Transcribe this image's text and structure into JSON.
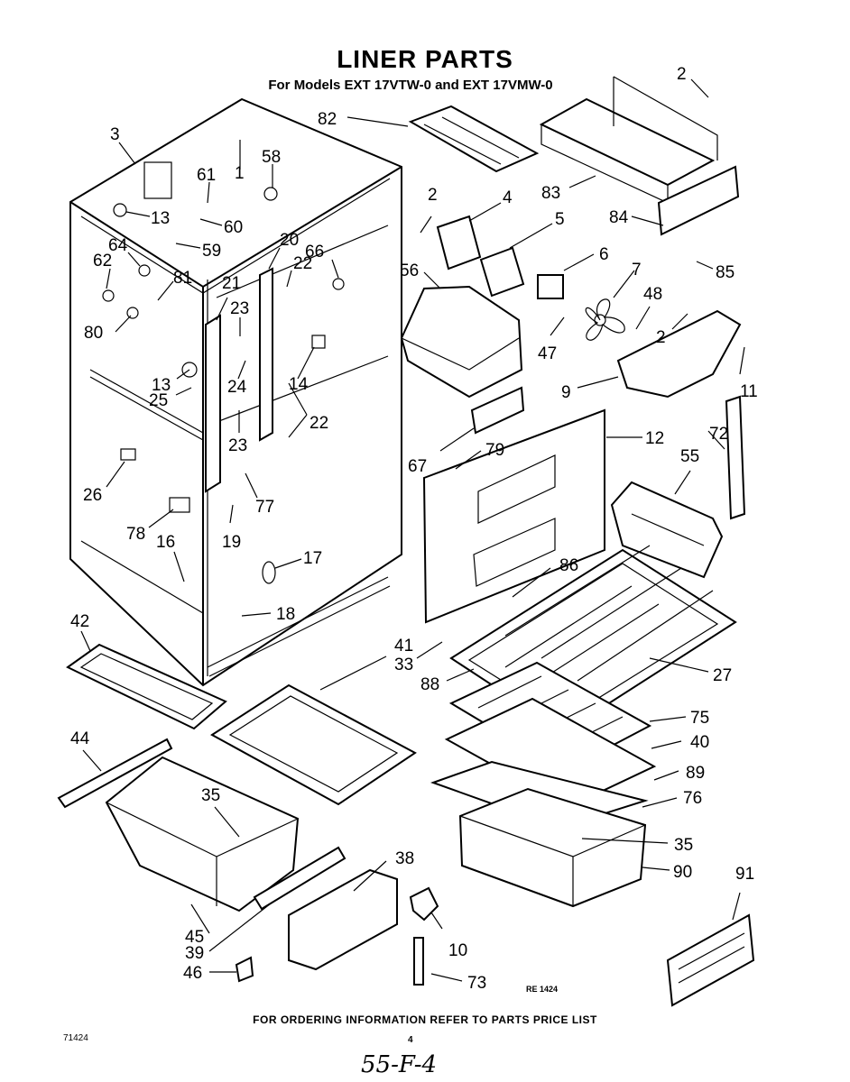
{
  "title": "LINER PARTS",
  "subtitle": "For Models EXT 17VTW-0 and EXT 17VMW-0",
  "stamp": "RE 1424",
  "footer": "FOR ORDERING INFORMATION REFER TO PARTS PRICE LIST",
  "doc_number": "71424",
  "page_number": "4",
  "handwritten_note": "55-F-4",
  "part_labels": [
    {
      "id": "p2a",
      "text": "2"
    },
    {
      "id": "p82",
      "text": "82"
    },
    {
      "id": "p3",
      "text": "3"
    },
    {
      "id": "p1",
      "text": "1"
    },
    {
      "id": "p58",
      "text": "58"
    },
    {
      "id": "p61",
      "text": "61"
    },
    {
      "id": "p13a",
      "text": "13"
    },
    {
      "id": "p60",
      "text": "60"
    },
    {
      "id": "p59",
      "text": "59"
    },
    {
      "id": "p64",
      "text": "64"
    },
    {
      "id": "p62",
      "text": "62"
    },
    {
      "id": "p20",
      "text": "20"
    },
    {
      "id": "p66",
      "text": "66"
    },
    {
      "id": "p22a",
      "text": "22"
    },
    {
      "id": "p81",
      "text": "81"
    },
    {
      "id": "p21",
      "text": "21"
    },
    {
      "id": "p80",
      "text": "80"
    },
    {
      "id": "p23a",
      "text": "23"
    },
    {
      "id": "p13b",
      "text": "13"
    },
    {
      "id": "p24",
      "text": "24"
    },
    {
      "id": "p14",
      "text": "14"
    },
    {
      "id": "p25",
      "text": "25"
    },
    {
      "id": "p22b",
      "text": "22"
    },
    {
      "id": "p23b",
      "text": "23"
    },
    {
      "id": "p26",
      "text": "26"
    },
    {
      "id": "p77",
      "text": "77"
    },
    {
      "id": "p78",
      "text": "78"
    },
    {
      "id": "p16",
      "text": "16"
    },
    {
      "id": "p19",
      "text": "19"
    },
    {
      "id": "p17",
      "text": "17"
    },
    {
      "id": "p18",
      "text": "18"
    },
    {
      "id": "p2b",
      "text": "2"
    },
    {
      "id": "p4",
      "text": "4"
    },
    {
      "id": "p5",
      "text": "5"
    },
    {
      "id": "p56",
      "text": "56"
    },
    {
      "id": "p6",
      "text": "6"
    },
    {
      "id": "p83",
      "text": "83"
    },
    {
      "id": "p84",
      "text": "84"
    },
    {
      "id": "p85",
      "text": "85"
    },
    {
      "id": "p7",
      "text": "7"
    },
    {
      "id": "p48",
      "text": "48"
    },
    {
      "id": "p47",
      "text": "47"
    },
    {
      "id": "p2c",
      "text": "2"
    },
    {
      "id": "p9",
      "text": "9"
    },
    {
      "id": "p11",
      "text": "11"
    },
    {
      "id": "p12",
      "text": "12"
    },
    {
      "id": "p67",
      "text": "67"
    },
    {
      "id": "p79",
      "text": "79"
    },
    {
      "id": "p72",
      "text": "72"
    },
    {
      "id": "p55",
      "text": "55"
    },
    {
      "id": "p86",
      "text": "86"
    },
    {
      "id": "p42",
      "text": "42"
    },
    {
      "id": "p41",
      "text": "41"
    },
    {
      "id": "p33",
      "text": "33"
    },
    {
      "id": "p88",
      "text": "88"
    },
    {
      "id": "p27",
      "text": "27"
    },
    {
      "id": "p44",
      "text": "44"
    },
    {
      "id": "p75",
      "text": "75"
    },
    {
      "id": "p40",
      "text": "40"
    },
    {
      "id": "p89",
      "text": "89"
    },
    {
      "id": "p35a",
      "text": "35"
    },
    {
      "id": "p76",
      "text": "76"
    },
    {
      "id": "p35b",
      "text": "35"
    },
    {
      "id": "p38",
      "text": "38"
    },
    {
      "id": "p90",
      "text": "90"
    },
    {
      "id": "p91",
      "text": "91"
    },
    {
      "id": "p45",
      "text": "45"
    },
    {
      "id": "p39",
      "text": "39"
    },
    {
      "id": "p10",
      "text": "10"
    },
    {
      "id": "p46",
      "text": "46"
    },
    {
      "id": "p73",
      "text": "73"
    }
  ]
}
